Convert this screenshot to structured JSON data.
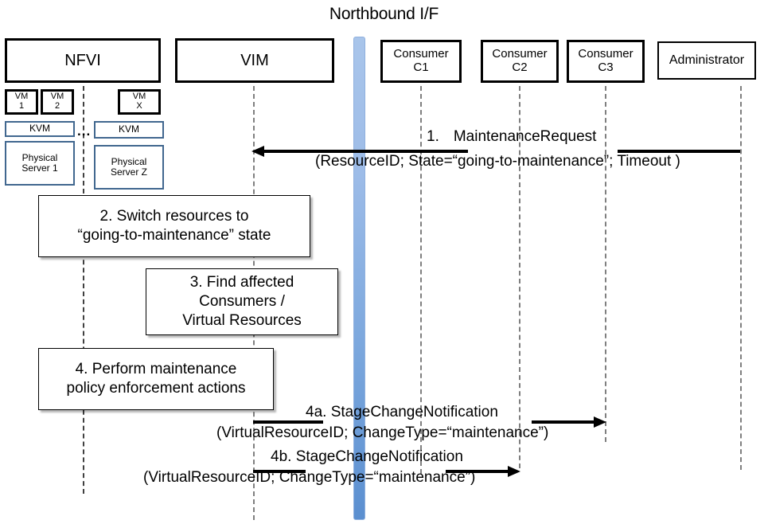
{
  "diagram": {
    "title": "Northbound I/F",
    "type": "uml-sequence-diagram"
  },
  "lifelines": [
    {
      "id": "nfvi",
      "label": "NFVI"
    },
    {
      "id": "vim",
      "label": "VIM"
    },
    {
      "id": "c1",
      "label": "Consumer\nC1"
    },
    {
      "id": "c2",
      "label": "Consumer\nC2"
    },
    {
      "id": "c3",
      "label": "Consumer\nC3"
    },
    {
      "id": "admin",
      "label": "Administrator"
    }
  ],
  "heads": {
    "nfvi": "NFVI",
    "vim": "VIM",
    "c1_line1": "Consumer",
    "c1_line2": "C1",
    "c2_line1": "Consumer",
    "c2_line2": "C2",
    "c3_line1": "Consumer",
    "c3_line2": "C3",
    "admin": "Administrator"
  },
  "nfvi_internals": {
    "vm1_line1": "VM",
    "vm1_line2": "1",
    "vm2_line1": "VM",
    "vm2_line2": "2",
    "vmx_line1": "VM",
    "vmx_line2": "X",
    "kvm_left": "KVM",
    "kvm_right": "KVM",
    "server_left_line1": "Physical",
    "server_left_line2": "Server 1",
    "server_right_line1": "Physical",
    "server_right_line2": "Server Z",
    "ellipsis": "..."
  },
  "steps": [
    {
      "id": "step1",
      "number": "1.",
      "name": "MaintenanceRequest",
      "params": "(ResourceID; State=“going-to-maintenance”; Timeout )",
      "from": "admin",
      "to": "vim",
      "direction": "left"
    },
    {
      "id": "step2",
      "number": "2.",
      "text_line1": "2. Switch resources to",
      "text_line2": "“going-to-maintenance” state",
      "kind": "process"
    },
    {
      "id": "step3",
      "number": "3.",
      "text_line1": "3. Find affected",
      "text_line2": "Consumers /",
      "text_line3": "Virtual Resources",
      "kind": "process"
    },
    {
      "id": "step4",
      "number": "4.",
      "text_line1": "4. Perform maintenance",
      "text_line2": "policy enforcement actions",
      "kind": "process"
    },
    {
      "id": "step4a",
      "number": "4a.",
      "name": "4a. StageChangeNotification",
      "params": "(VirtualResourceID; ChangeType=“maintenance”)",
      "from": "vim",
      "to": "c3",
      "direction": "right"
    },
    {
      "id": "step4b",
      "number": "4b.",
      "name": "4b. StageChangeNotification",
      "params": "(VirtualResourceID; ChangeType=“maintenance”)",
      "from": "vim",
      "to": "c2",
      "direction": "right"
    }
  ],
  "messages": {
    "m1_number": "1.",
    "m1_name": "MaintenanceRequest",
    "m1_params": "(ResourceID; State=“going-to-maintenance”; Timeout )",
    "m4a_name": "4a. StageChangeNotification",
    "m4a_params": "(VirtualResourceID; ChangeType=“maintenance”)",
    "m4b_name": "4b. StageChangeNotification",
    "m4b_params": "(VirtualResourceID; ChangeType=“maintenance”)"
  },
  "process_boxes": {
    "b2_line1": "2. Switch resources to",
    "b2_line2": "“going-to-maintenance” state",
    "b3_line1": "3. Find affected",
    "b3_line2": "Consumers /",
    "b3_line3": "Virtual Resources",
    "b4_line1": "4. Perform maintenance",
    "b4_line2": "policy enforcement actions"
  },
  "colors": {
    "northbound_bar_top": "#a9c5ea",
    "northbound_bar_bottom": "#5b8fd0",
    "internal_box_border": "#41678f",
    "lifeline": "#7f7f7f",
    "arrow": "#000000",
    "background": "#ffffff"
  }
}
